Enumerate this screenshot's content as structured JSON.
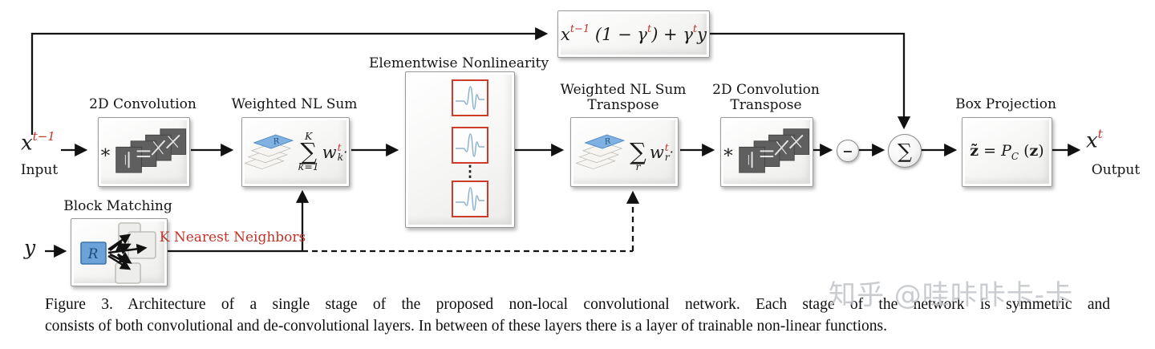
{
  "figure": {
    "input": {
      "base": "x",
      "sup": "t−1",
      "label": "Input"
    },
    "y_in": "y",
    "topbox": {
      "x": "x",
      "sup1": "t−1",
      "m1": " (1 − γ",
      "sup2": "t",
      "m2": ") + γ",
      "sup3": "t",
      "yv": "y"
    },
    "conv": {
      "label": "2D Convolution",
      "star": "∗"
    },
    "wnls": {
      "label": "Weighted NL Sum",
      "upper": "K",
      "sigma": "∑",
      "lower": "k=1",
      "w": "w",
      "wsub": "k",
      "wsup": "t",
      "dot": "·",
      "r": "R"
    },
    "elem": {
      "label": "Elementwise Nonlinearity",
      "dots": "⋮"
    },
    "wnlst": {
      "label1": "Weighted NL Sum",
      "label2": "Transpose",
      "upper": "",
      "sigma": "∑",
      "lower": "r",
      "w": "w",
      "wsub": "r",
      "wsup": "t",
      "dot": "·",
      "r": "R"
    },
    "convt": {
      "label1": "2D Convolution",
      "label2": "Transpose",
      "star": "∗"
    },
    "minus": "−",
    "sum": "∑",
    "proj": {
      "label": "Box Projection",
      "zt": "z̃",
      "eq": " = ",
      "p": "P",
      "c": "C",
      "lp": " (",
      "z": "z",
      "rp": ")"
    },
    "bm": {
      "label": "Block Matching",
      "r": "R"
    },
    "knn": "K Nearest Neighbors",
    "output": {
      "base": "x",
      "sup": "t",
      "label": "Output"
    }
  },
  "caption": {
    "line1": "Figure 3. Architecture of a single stage of the proposed non-local convolutional network. Each stage of the network is symmetric and",
    "line2": "consists of both convolutional and de-convolutional layers. In between of these layers there is a layer of trainable non-linear functions."
  },
  "watermark": "知乎 @哇咔咔卡-卡",
  "colors": {
    "accent_red": "#c23428",
    "nl_border_red": "#cf3b29",
    "sheet_blue": "#5b9bd5",
    "wave_blue": "#8fb3cc",
    "filter_gray": "#606060"
  }
}
